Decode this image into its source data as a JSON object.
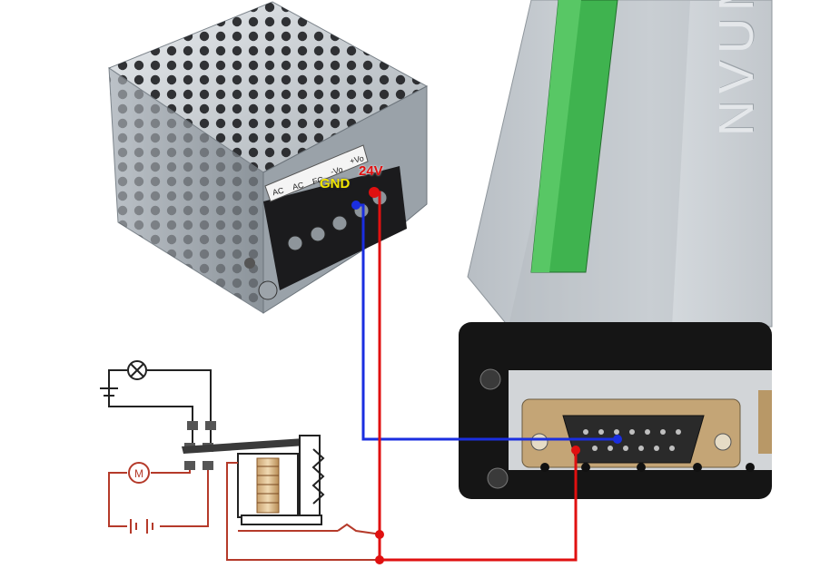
{
  "labels": {
    "gnd": "GND",
    "v24": "24V"
  },
  "psu_terminals": [
    "AC",
    "AC",
    "FG",
    "-Vo",
    "+Vo"
  ],
  "controller_brand": "NVUM",
  "motor_symbol": "M",
  "colors": {
    "gnd_wire": "#1a2ee0",
    "v24_wire": "#e01010",
    "circuit": "#222222",
    "motor_circuit": "#b53a2a",
    "terminal_green": "#3fb34f",
    "controller_body": "#c9ced2"
  }
}
